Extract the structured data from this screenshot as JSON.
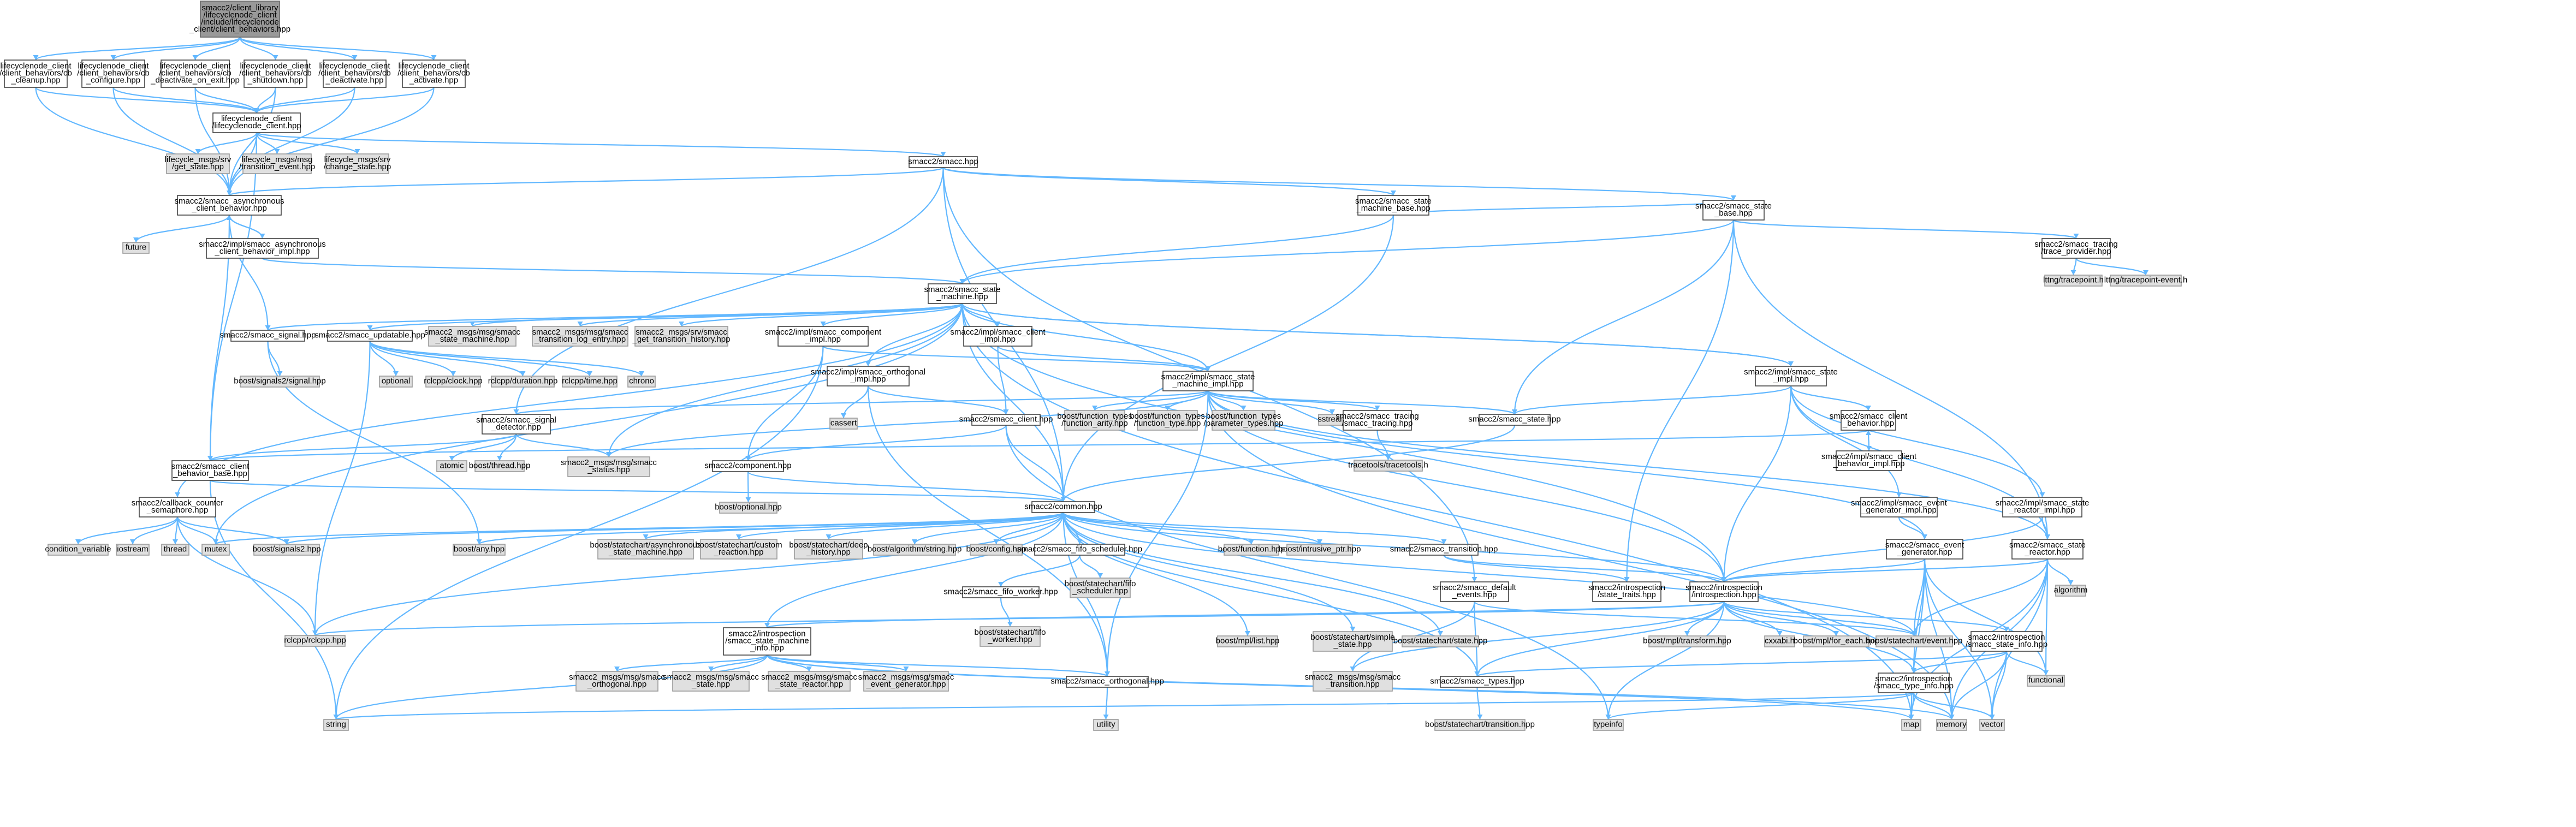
{
  "colors": {
    "edge": "#63b8ff",
    "node_fill": "#ffffff",
    "external_fill": "#e0e0e0",
    "root_fill": "#999999"
  },
  "nodes": [
    {
      "id": "root",
      "kind": "root",
      "lines": [
        "smacc2/client_library",
        "/lifecyclenode_client",
        "/include/lifecyclenode",
        "_client/client_behaviors.hpp"
      ]
    },
    {
      "id": "cb_cleanup",
      "kind": "normal",
      "lines": [
        "lifecyclenode_client",
        "/client_behaviors/cb",
        "_cleanup.hpp"
      ]
    },
    {
      "id": "cb_configure",
      "kind": "normal",
      "lines": [
        "lifecyclenode_client",
        "/client_behaviors/cb",
        "_configure.hpp"
      ]
    },
    {
      "id": "cb_deact_exit",
      "kind": "normal",
      "lines": [
        "lifecyclenode_client",
        "/client_behaviors/cb",
        "_deactivate_on_exit.hpp"
      ]
    },
    {
      "id": "cb_shutdown",
      "kind": "normal",
      "lines": [
        "lifecyclenode_client",
        "/client_behaviors/cb",
        "_shutdown.hpp"
      ]
    },
    {
      "id": "cb_deactivate",
      "kind": "normal",
      "lines": [
        "lifecyclenode_client",
        "/client_behaviors/cb",
        "_deactivate.hpp"
      ]
    },
    {
      "id": "cb_activate",
      "kind": "normal",
      "lines": [
        "lifecyclenode_client",
        "/client_behaviors/cb",
        "_activate.hpp"
      ]
    },
    {
      "id": "lc_client",
      "kind": "normal",
      "lines": [
        "lifecyclenode_client",
        "/lifecyclenode_client.hpp"
      ]
    },
    {
      "id": "get_state",
      "kind": "ext",
      "lines": [
        "lifecycle_msgs/srv",
        "/get_state.hpp"
      ]
    },
    {
      "id": "transition_event",
      "kind": "ext",
      "lines": [
        "lifecycle_msgs/msg",
        "/transition_event.hpp"
      ]
    },
    {
      "id": "change_state",
      "kind": "ext",
      "lines": [
        "lifecycle_msgs/srv",
        "/change_state.hpp"
      ]
    },
    {
      "id": "smacc_hpp",
      "kind": "normal",
      "lines": [
        "smacc2/smacc.hpp"
      ]
    },
    {
      "id": "async_cb",
      "kind": "normal",
      "lines": [
        "smacc2/smacc_asynchronous",
        "_client_behavior.hpp"
      ]
    },
    {
      "id": "future",
      "kind": "ext",
      "lines": [
        "future"
      ]
    },
    {
      "id": "async_cb_impl",
      "kind": "normal",
      "lines": [
        "smacc2/impl/smacc_asynchronous",
        "_client_behavior_impl.hpp"
      ]
    },
    {
      "id": "sm_base",
      "kind": "normal",
      "lines": [
        "smacc2/smacc_state",
        "_machine_base.hpp"
      ]
    },
    {
      "id": "state_base",
      "kind": "normal",
      "lines": [
        "smacc2/smacc_state",
        "_base.hpp"
      ]
    },
    {
      "id": "state_machine",
      "kind": "normal",
      "lines": [
        "smacc2/smacc_state",
        "_machine.hpp"
      ]
    },
    {
      "id": "tracing_tp",
      "kind": "normal",
      "lines": [
        "smacc2/smacc_tracing",
        "/trace_provider.hpp"
      ]
    },
    {
      "id": "lttng_tp",
      "kind": "ext",
      "lines": [
        "lttng/tracepoint.h"
      ]
    },
    {
      "id": "lttng_tpe",
      "kind": "ext",
      "lines": [
        "lttng/tracepoint-event.h"
      ]
    },
    {
      "id": "signal",
      "kind": "normal",
      "lines": [
        "smacc2/smacc_signal.hpp"
      ]
    },
    {
      "id": "updatable",
      "kind": "normal",
      "lines": [
        "smacc2/smacc_updatable.hpp"
      ]
    },
    {
      "id": "msg_sm",
      "kind": "ext",
      "lines": [
        "smacc2_msgs/msg/smacc",
        "_state_machine.hpp"
      ]
    },
    {
      "id": "msg_tle",
      "kind": "ext",
      "lines": [
        "smacc2_msgs/msg/smacc",
        "_transition_log_entry.hpp"
      ]
    },
    {
      "id": "srv_gth",
      "kind": "ext",
      "lines": [
        "smacc2_msgs/srv/smacc",
        "_get_transition_history.hpp"
      ]
    },
    {
      "id": "comp_impl",
      "kind": "normal",
      "lines": [
        "smacc2/impl/smacc_component",
        "_impl.hpp"
      ]
    },
    {
      "id": "client_impl",
      "kind": "normal",
      "lines": [
        "smacc2/impl/smacc_client",
        "_impl.hpp"
      ]
    },
    {
      "id": "state_impl",
      "kind": "normal",
      "lines": [
        "smacc2/impl/smacc_state",
        "_impl.hpp"
      ]
    },
    {
      "id": "signals2_signal",
      "kind": "ext",
      "lines": [
        "boost/signals2/signal.hpp"
      ]
    },
    {
      "id": "optional",
      "kind": "ext",
      "lines": [
        "optional"
      ]
    },
    {
      "id": "rclcpp_clock",
      "kind": "ext",
      "lines": [
        "rclcpp/clock.hpp"
      ]
    },
    {
      "id": "rclcpp_duration",
      "kind": "ext",
      "lines": [
        "rclcpp/duration.hpp"
      ]
    },
    {
      "id": "rclcpp_time",
      "kind": "ext",
      "lines": [
        "rclcpp/time.hpp"
      ]
    },
    {
      "id": "chrono",
      "kind": "ext",
      "lines": [
        "chrono"
      ]
    },
    {
      "id": "orth_impl",
      "kind": "normal",
      "lines": [
        "smacc2/impl/smacc_orthogonal",
        "_impl.hpp"
      ]
    },
    {
      "id": "sm_impl",
      "kind": "normal",
      "lines": [
        "smacc2/impl/smacc_state",
        "_machine_impl.hpp"
      ]
    },
    {
      "id": "cassert",
      "kind": "ext",
      "lines": [
        "cassert"
      ]
    },
    {
      "id": "smacc_client",
      "kind": "normal",
      "lines": [
        "smacc2/smacc_client.hpp"
      ]
    },
    {
      "id": "ft_arity",
      "kind": "ext",
      "lines": [
        "boost/function_types",
        "/function_arity.hpp"
      ]
    },
    {
      "id": "ft_type",
      "kind": "ext",
      "lines": [
        "boost/function_types",
        "/function_type.hpp"
      ]
    },
    {
      "id": "ft_params",
      "kind": "ext",
      "lines": [
        "boost/function_types",
        "/parameter_types.hpp"
      ]
    },
    {
      "id": "sstream",
      "kind": "ext",
      "lines": [
        "sstream"
      ]
    },
    {
      "id": "tracing_h",
      "kind": "normal",
      "lines": [
        "smacc2/smacc_tracing",
        "/smacc_tracing.hpp"
      ]
    },
    {
      "id": "smacc_state",
      "kind": "normal",
      "lines": [
        "smacc2/smacc_state.hpp"
      ]
    },
    {
      "id": "client_behavior",
      "kind": "normal",
      "lines": [
        "smacc2/smacc_client",
        "_behavior.hpp"
      ]
    },
    {
      "id": "cb_impl",
      "kind": "normal",
      "lines": [
        "smacc2/impl/smacc_client",
        "_behavior_impl.hpp"
      ]
    },
    {
      "id": "sig_detector",
      "kind": "normal",
      "lines": [
        "smacc2/smacc_signal",
        "_detector.hpp"
      ]
    },
    {
      "id": "atomic",
      "kind": "ext",
      "lines": [
        "atomic"
      ]
    },
    {
      "id": "thread_hpp",
      "kind": "ext",
      "lines": [
        "boost/thread.hpp"
      ]
    },
    {
      "id": "smacc_status",
      "kind": "ext",
      "lines": [
        "smacc2_msgs/msg/smacc",
        "_status.hpp"
      ]
    },
    {
      "id": "tracetools",
      "kind": "ext",
      "lines": [
        "tracetools/tracetools.h"
      ]
    },
    {
      "id": "cb_base",
      "kind": "normal",
      "lines": [
        "smacc2/smacc_client",
        "_behavior_base.hpp"
      ]
    },
    {
      "id": "component",
      "kind": "normal",
      "lines": [
        "smacc2/component.hpp"
      ]
    },
    {
      "id": "boost_optional",
      "kind": "ext",
      "lines": [
        "boost/optional.hpp"
      ]
    },
    {
      "id": "ev_gen_impl",
      "kind": "normal",
      "lines": [
        "smacc2/impl/smacc_event",
        "_generator_impl.hpp"
      ]
    },
    {
      "id": "reactor_impl",
      "kind": "normal",
      "lines": [
        "smacc2/impl/smacc_state",
        "_reactor_impl.hpp"
      ]
    },
    {
      "id": "callback_sem",
      "kind": "normal",
      "lines": [
        "smacc2/callback_counter",
        "_semaphore.hpp"
      ]
    },
    {
      "id": "common",
      "kind": "normal",
      "lines": [
        "smacc2/common.hpp"
      ]
    },
    {
      "id": "ev_gen",
      "kind": "normal",
      "lines": [
        "smacc2/smacc_event",
        "_generator.hpp"
      ]
    },
    {
      "id": "state_reactor",
      "kind": "normal",
      "lines": [
        "smacc2/smacc_state",
        "_reactor.hpp"
      ]
    },
    {
      "id": "cond_var",
      "kind": "ext",
      "lines": [
        "condition_variable"
      ]
    },
    {
      "id": "iostream",
      "kind": "ext",
      "lines": [
        "iostream"
      ]
    },
    {
      "id": "thread",
      "kind": "ext",
      "lines": [
        "thread"
      ]
    },
    {
      "id": "mutex",
      "kind": "ext",
      "lines": [
        "mutex"
      ]
    },
    {
      "id": "signals2",
      "kind": "ext",
      "lines": [
        "boost/signals2.hpp"
      ]
    },
    {
      "id": "any",
      "kind": "ext",
      "lines": [
        "boost/any.hpp"
      ]
    },
    {
      "id": "sc_async",
      "kind": "ext",
      "lines": [
        "boost/statechart/asynchronous",
        "_state_machine.hpp"
      ]
    },
    {
      "id": "sc_custom",
      "kind": "ext",
      "lines": [
        "boost/statechart/custom",
        "_reaction.hpp"
      ]
    },
    {
      "id": "sc_deep",
      "kind": "ext",
      "lines": [
        "boost/statechart/deep",
        "_history.hpp"
      ]
    },
    {
      "id": "algo_string",
      "kind": "ext",
      "lines": [
        "boost/algorithm/string.hpp"
      ]
    },
    {
      "id": "config",
      "kind": "ext",
      "lines": [
        "boost/config.hpp"
      ]
    },
    {
      "id": "fifo_sched",
      "kind": "normal",
      "lines": [
        "smacc2/smacc_fifo_scheduler.hpp"
      ]
    },
    {
      "id": "function",
      "kind": "ext",
      "lines": [
        "boost/function.hpp"
      ]
    },
    {
      "id": "intrusive_ptr",
      "kind": "ext",
      "lines": [
        "boost/intrusive_ptr.hpp"
      ]
    },
    {
      "id": "transition",
      "kind": "normal",
      "lines": [
        "smacc2/smacc_transition.hpp"
      ]
    },
    {
      "id": "algorithm",
      "kind": "ext",
      "lines": [
        "algorithm"
      ]
    },
    {
      "id": "sc_fifo_sched",
      "kind": "ext",
      "lines": [
        "boost/statechart/fifo",
        "_scheduler.hpp"
      ]
    },
    {
      "id": "fifo_worker",
      "kind": "normal",
      "lines": [
        "smacc2/smacc_fifo_worker.hpp"
      ]
    },
    {
      "id": "sc_fifo_worker",
      "kind": "ext",
      "lines": [
        "boost/statechart/fifo",
        "_worker.hpp"
      ]
    },
    {
      "id": "default_events",
      "kind": "normal",
      "lines": [
        "smacc2/smacc_default",
        "_events.hpp"
      ]
    },
    {
      "id": "state_traits",
      "kind": "normal",
      "lines": [
        "smacc2/introspection",
        "/state_traits.hpp"
      ]
    },
    {
      "id": "introspection",
      "kind": "normal",
      "lines": [
        "smacc2/introspection",
        "/introspection.hpp"
      ]
    },
    {
      "id": "rclcpp",
      "kind": "ext",
      "lines": [
        "rclcpp/rclcpp.hpp"
      ]
    },
    {
      "id": "sm_info",
      "kind": "normal",
      "lines": [
        "smacc2/introspection",
        "/smacc_state_machine",
        "_info.hpp"
      ]
    },
    {
      "id": "mpl_list",
      "kind": "ext",
      "lines": [
        "boost/mpl/list.hpp"
      ]
    },
    {
      "id": "sc_simple",
      "kind": "ext",
      "lines": [
        "boost/statechart/simple",
        "_state.hpp"
      ]
    },
    {
      "id": "sc_state",
      "kind": "ext",
      "lines": [
        "boost/statechart/state.hpp"
      ]
    },
    {
      "id": "mpl_transform",
      "kind": "ext",
      "lines": [
        "boost/mpl/transform.hpp"
      ]
    },
    {
      "id": "cxxabi",
      "kind": "ext",
      "lines": [
        "cxxabi.h"
      ]
    },
    {
      "id": "mpl_for_each",
      "kind": "ext",
      "lines": [
        "boost/mpl/for_each.hpp"
      ]
    },
    {
      "id": "sc_event",
      "kind": "ext",
      "lines": [
        "boost/statechart/event.hpp"
      ]
    },
    {
      "id": "state_info",
      "kind": "normal",
      "lines": [
        "smacc2/introspection",
        "/smacc_state_info.hpp"
      ]
    },
    {
      "id": "functional",
      "kind": "ext",
      "lines": [
        "functional"
      ]
    },
    {
      "id": "msg_orth",
      "kind": "ext",
      "lines": [
        "smacc2_msgs/msg/smacc",
        "_orthogonal.hpp"
      ]
    },
    {
      "id": "msg_state",
      "kind": "ext",
      "lines": [
        "smacc2_msgs/msg/smacc",
        "_state.hpp"
      ]
    },
    {
      "id": "msg_reactor",
      "kind": "ext",
      "lines": [
        "smacc2_msgs/msg/smacc",
        "_state_reactor.hpp"
      ]
    },
    {
      "id": "msg_evgen",
      "kind": "ext",
      "lines": [
        "smacc2_msgs/msg/smacc",
        "_event_generator.hpp"
      ]
    },
    {
      "id": "orthogonal",
      "kind": "normal",
      "lines": [
        "smacc2/smacc_orthogonal.hpp"
      ]
    },
    {
      "id": "msg_transition",
      "kind": "ext",
      "lines": [
        "smacc2_msgs/msg/smacc",
        "_transition.hpp"
      ]
    },
    {
      "id": "smacc_types",
      "kind": "normal",
      "lines": [
        "smacc2/smacc_types.hpp"
      ]
    },
    {
      "id": "type_info",
      "kind": "normal",
      "lines": [
        "smacc2/introspection",
        "/smacc_type_info.hpp"
      ]
    },
    {
      "id": "utility",
      "kind": "ext",
      "lines": [
        "utility"
      ]
    },
    {
      "id": "sc_transition",
      "kind": "ext",
      "lines": [
        "boost/statechart/transition.hpp"
      ]
    },
    {
      "id": "string",
      "kind": "ext",
      "lines": [
        "string"
      ]
    },
    {
      "id": "typeinfo",
      "kind": "ext",
      "lines": [
        "typeinfo"
      ]
    },
    {
      "id": "map",
      "kind": "ext",
      "lines": [
        "map"
      ]
    },
    {
      "id": "memory",
      "kind": "ext",
      "lines": [
        "memory"
      ]
    },
    {
      "id": "vector",
      "kind": "ext",
      "lines": [
        "vector"
      ]
    }
  ]
}
